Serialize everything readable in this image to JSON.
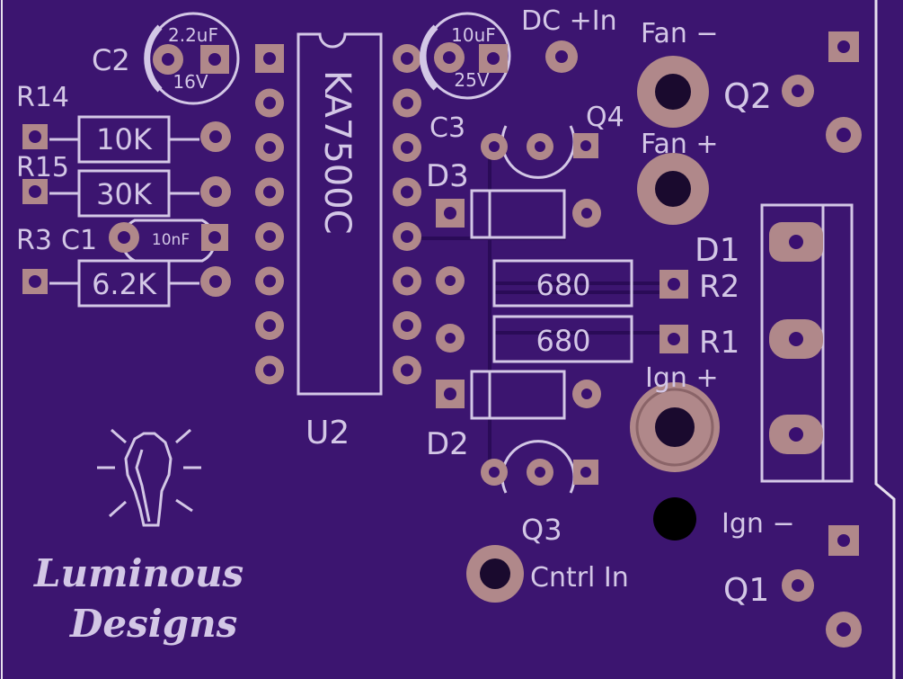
{
  "colors": {
    "board": "#3c1570",
    "trace": "#2a0b57",
    "pad": "#b0888a",
    "hole": "#3a1070",
    "silkscreen": "#d3c7e6",
    "edge": "#e7e0ee",
    "background": "#000000"
  },
  "components": {
    "c2_label": "C2",
    "c2_value": "2.2uF",
    "c2_voltage": "16V",
    "c3_label": "C3",
    "c3_value": "10uF",
    "c3_voltage": "25V",
    "c1_label": "C1",
    "c1_value": "10nF",
    "r14_label": "R14",
    "r14_value": "10K",
    "r15_label": "R15",
    "r15_value": "30K",
    "r3_label": "R3",
    "r3_value": "6.2K",
    "u2_label": "U2",
    "u2_part": "KA7500C",
    "d3_label": "D3",
    "d2_label": "D2",
    "d1_label": "D1",
    "q4_label": "Q4",
    "q3_label": "Q3",
    "q2_label": "Q2",
    "q1_label": "Q1",
    "r2_label": "R2",
    "r2_value": "680",
    "r1_label": "R1",
    "r1_value": "680"
  },
  "connectors": {
    "dc_in": "DC +In",
    "fan_minus": "Fan −",
    "fan_plus": "Fan +",
    "ign_plus": "Ign +",
    "ign_minus": "Ign −",
    "cntrl_in": "Cntrl In"
  },
  "branding": {
    "line1": "Luminous",
    "line2": "Designs",
    "logo_icon": "lightbulb-icon"
  }
}
